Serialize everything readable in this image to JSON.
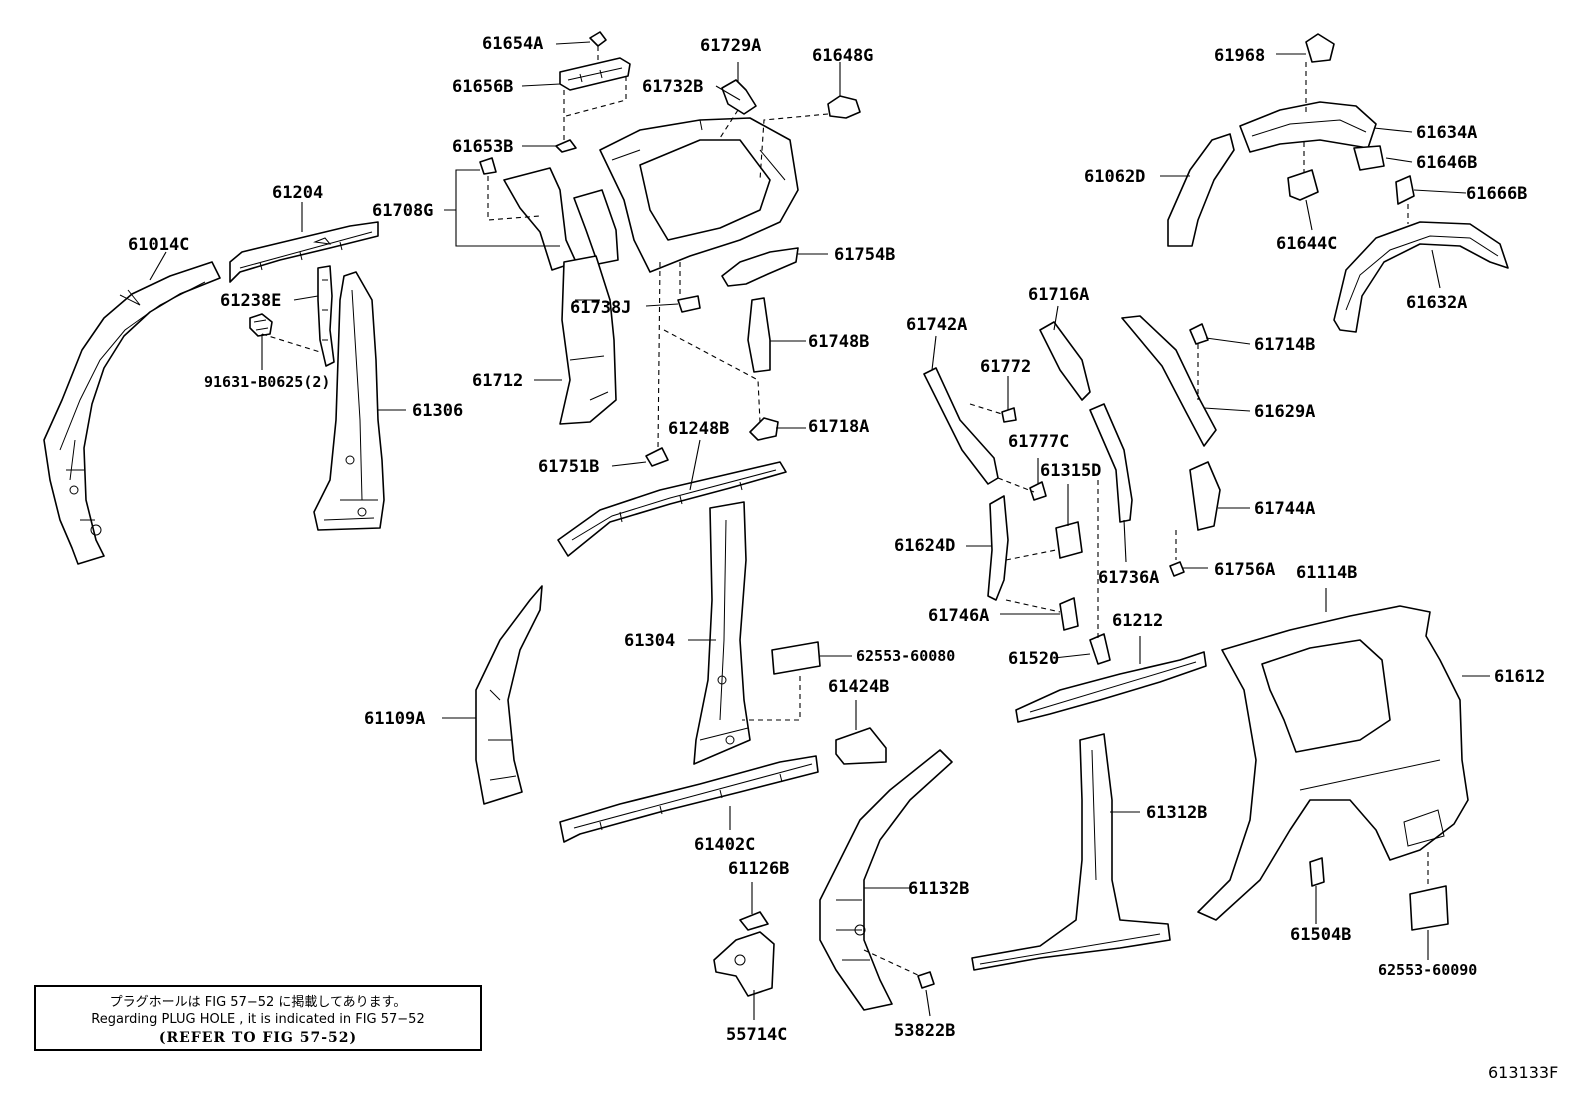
{
  "labels": {
    "p61654A": "61654A",
    "p61656B": "61656B",
    "p61653B": "61653B",
    "p61729A": "61729A",
    "p61648G": "61648G",
    "p61732B": "61732B",
    "p61708G": "61708G",
    "p61204": "61204",
    "p61014C": "61014C",
    "p61238E": "61238E",
    "p91631": "91631-B0625(2)",
    "p61306": "61306",
    "p61712": "61712",
    "p61738J": "61738J",
    "p61754B": "61754B",
    "p61748B": "61748B",
    "p61718A": "61718A",
    "p61751B": "61751B",
    "p61248B": "61248B",
    "p61304": "61304",
    "p62553_60080": "62553-60080",
    "p61424B": "61424B",
    "p61109A": "61109A",
    "p61402C": "61402C",
    "p61126B": "61126B",
    "p55714C": "55714C",
    "p61132B": "61132B",
    "p53822B": "53822B",
    "p61968": "61968",
    "p61634A": "61634A",
    "p61646B": "61646B",
    "p61062D": "61062D",
    "p61666B": "61666B",
    "p61644C": "61644C",
    "p61632A": "61632A",
    "p61716A": "61716A",
    "p61742A": "61742A",
    "p61772": "61772",
    "p61714B": "61714B",
    "p61629A": "61629A",
    "p61777C": "61777C",
    "p61315D": "61315D",
    "p61744A": "61744A",
    "p61624D": "61624D",
    "p61736A": "61736A",
    "p61756A": "61756A",
    "p61114B": "61114B",
    "p61746A": "61746A",
    "p61212": "61212",
    "p61520": "61520",
    "p61612": "61612",
    "p61312B": "61312B",
    "p61504B": "61504B",
    "p62553_60090": "62553-60090"
  },
  "note": {
    "line_jp": "プラグホールは FIG  57−52 に掲載してあります。",
    "line_en": "Regarding  PLUG  HOLE , it is indicated in FIG  57−52",
    "line_ref": "(REFER TO FIG 57-52)"
  },
  "figure_code": "613133F"
}
